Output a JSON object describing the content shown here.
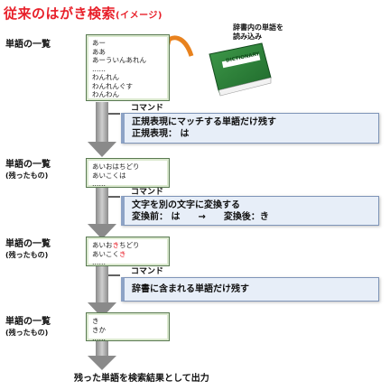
{
  "title": {
    "main": "従来のはがき検索",
    "suffix": "(イメージ)"
  },
  "dictionary": {
    "note_line1": "辞書内の単語を",
    "note_line2": "読み込み",
    "book_text": "DICTIONARY"
  },
  "steps": [
    {
      "label": "単語の一覧",
      "sublabel": "",
      "words": [
        "あー",
        "ああ",
        "あーういんあれん",
        "……",
        "わんれん",
        "わんれんぐす",
        "わんわん"
      ]
    },
    {
      "label": "単語の一覧",
      "sublabel": "(残ったもの)",
      "words": [
        "あいおはちどり",
        "あいこくは",
        "……"
      ]
    },
    {
      "label": "単語の一覧",
      "sublabel": "(残ったもの)",
      "words_rich": [
        [
          {
            "t": "あいお"
          },
          {
            "t": "き",
            "red": true
          },
          {
            "t": "ちどり"
          }
        ],
        [
          {
            "t": "あいこく"
          },
          {
            "t": "き",
            "red": true
          }
        ],
        [
          {
            "t": "……"
          }
        ]
      ]
    },
    {
      "label": "単語の一覧",
      "sublabel": "(残ったもの)",
      "words": [
        "き",
        "きか",
        "……"
      ]
    }
  ],
  "commands": [
    {
      "label": "コマンド",
      "lines": [
        "正規表現にマッチする単語だけ残す",
        "正規表現： は"
      ]
    },
    {
      "label": "コマンド",
      "lines": [
        "文字を別の文字に変換する",
        "変換前： は　　→　　変換後：き"
      ]
    },
    {
      "label": "コマンド",
      "lines": [
        "辞書に含まれる単語だけ残す"
      ]
    }
  ],
  "final_text": "残った単語を検索結果として出力"
}
